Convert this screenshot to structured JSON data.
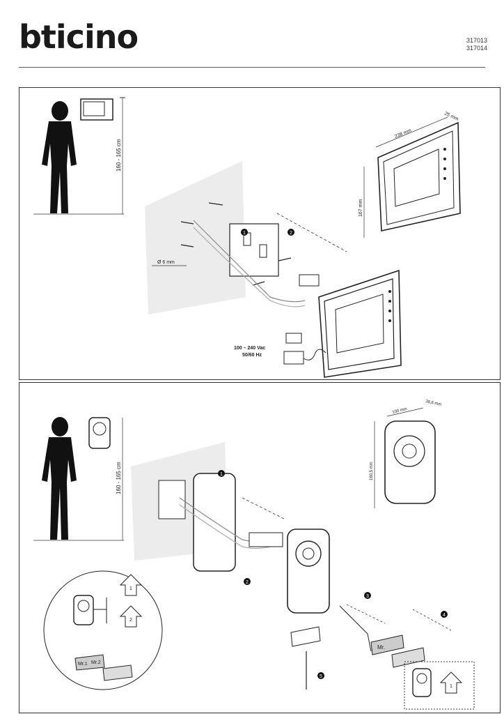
{
  "header": {
    "brand": "bticino",
    "codes": [
      "317013",
      "317014"
    ]
  },
  "panel_monitor": {
    "height_range": "160 - 165 cm",
    "width_dim": "238 mm",
    "depth_dim": "25 mm",
    "height_dim": "167 mm",
    "drill_dim": "Ø 6 mm",
    "power_voltage": "100 – 240 Vac",
    "power_freq": "50/60 Hz",
    "step1": "1",
    "step2": "2"
  },
  "panel_entrance": {
    "height_range": "160 - 165 cm",
    "width_dim": "100 mm",
    "depth_dim": "38,6 mm",
    "height_dim": "160,5 mm",
    "step1": "1",
    "step2": "2",
    "step3": "3",
    "step4": "4",
    "step5": "5",
    "label_mr": "Mr.",
    "label_mr1": "Mr.1",
    "label_mr2": "Mr.2",
    "arrow1": "1",
    "arrow2": "2",
    "arrow_single": "1"
  }
}
